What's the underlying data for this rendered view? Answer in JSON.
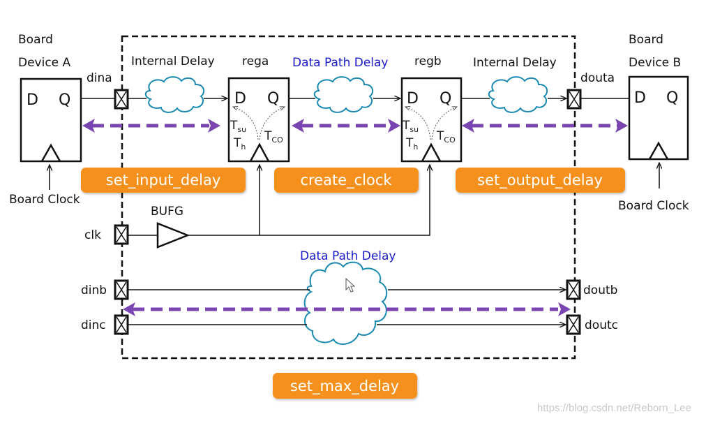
{
  "device_a": {
    "title_line1": "Board",
    "title_line2": "Device A",
    "d_label": "D",
    "q_label": "Q",
    "clock_label": "Board Clock"
  },
  "device_b": {
    "title_line1": "Board",
    "title_line2": "Device B",
    "d_label": "D",
    "q_label": "Q",
    "clock_label": "Board Clock"
  },
  "rega": {
    "title": "rega",
    "d_label": "D",
    "q_label": "Q",
    "tsu": "T",
    "tsu_sub": "su",
    "th": "T",
    "th_sub": "h",
    "tco": "T",
    "tco_sub": "CO"
  },
  "regb": {
    "title": "regb",
    "d_label": "D",
    "q_label": "Q",
    "tsu": "T",
    "tsu_sub": "su",
    "th": "T",
    "th_sub": "h",
    "tco": "T",
    "tco_sub": "CO"
  },
  "delays": {
    "internal_in": "Internal Delay",
    "data_path_top": "Data Path Delay",
    "internal_out": "Internal Delay",
    "data_path_bottom": "Data Path Delay"
  },
  "ports": {
    "dina": "dina",
    "douta": "douta",
    "clk": "clk",
    "dinb": "dinb",
    "dinc": "dinc",
    "doutb": "doutb",
    "doutc": "doutc"
  },
  "bufg_label": "BUFG",
  "constraints": {
    "input": "set_input_delay",
    "clock": "create_clock",
    "output": "set_output_delay",
    "max": "set_max_delay"
  },
  "colors": {
    "badge": "#f5901e",
    "arrow": "#7a45b0",
    "cloud": "#1a8ab0",
    "blue_text": "#1a1acc"
  },
  "watermark": "https://blog.csdn.net/Reborn_Lee"
}
